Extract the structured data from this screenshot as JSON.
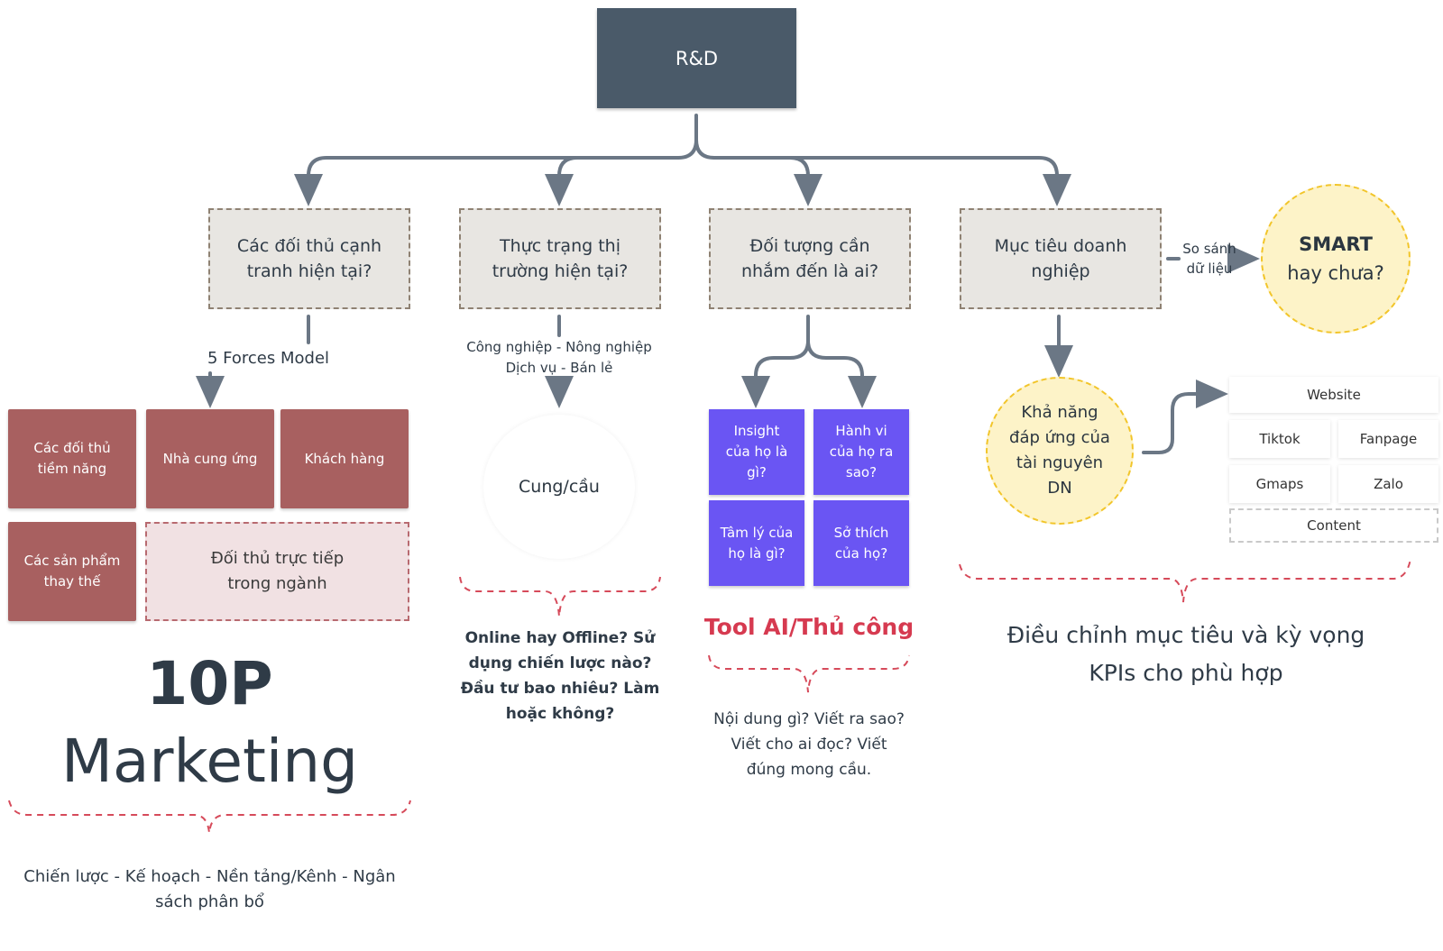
{
  "root": {
    "label": "R&D"
  },
  "questions": {
    "competitors": "Các đối thủ cạnh tranh hiện tại?",
    "market": "Thực trạng thị trường hiện tại?",
    "audience": "Đối tượng cần nhắm đến là ai?",
    "goals": "Mục tiêu doanh nghiệp"
  },
  "compare_label": "So sánh dữ liệu",
  "smart": {
    "line1": "SMART",
    "line2": "hay chưa?"
  },
  "forces": {
    "label": "5 Forces Model",
    "potential": "Các đối thủ tiềm năng",
    "suppliers": "Nhà cung ứng",
    "customers": "Khách hàng",
    "substitutes": "Các sản phẩm thay thế",
    "direct": "Đối thủ trực tiếp trong ngành"
  },
  "tenp": {
    "line1": "10P",
    "line2": "Marketing",
    "caption": "Chiến lược - Kế hoạch - Nền tảng/Kênh - Ngân sách phân bổ"
  },
  "market": {
    "sectors": "Công nghiệp - Nông nghiệp Dịch vụ - Bán lẻ",
    "supply": "Cung/cầu",
    "caption": "Online hay Offline? Sử dụng chiến lược nào? Đầu tư bao nhiêu? Làm hoặc không?"
  },
  "audience": {
    "insight": "Insight của họ là gì?",
    "behavior": "Hành vi của họ ra sao?",
    "psychology": "Tâm lý của họ là gì?",
    "hobby": "Sở thích của họ?",
    "tool": "Tool AI/Thủ công",
    "caption": "Nội dung gì? Viết ra sao? Viết cho ai đọc? Viết đúng mong cầu."
  },
  "resources": {
    "label": "Khả năng đáp ứng của tài nguyên DN",
    "platforms": {
      "website": "Website",
      "tiktok": "Tiktok",
      "fanpage": "Fanpage",
      "gmaps": "Gmaps",
      "zalo": "Zalo",
      "content": "Content"
    },
    "caption": "Điều chỉnh mục tiêu và kỳ vọng KPIs cho phù hợp"
  },
  "colors": {
    "connector": "#6b7785",
    "brace": "#d64a5a",
    "tool": "#d63a50",
    "purple": "#6a55f3",
    "red": "#a86060"
  }
}
